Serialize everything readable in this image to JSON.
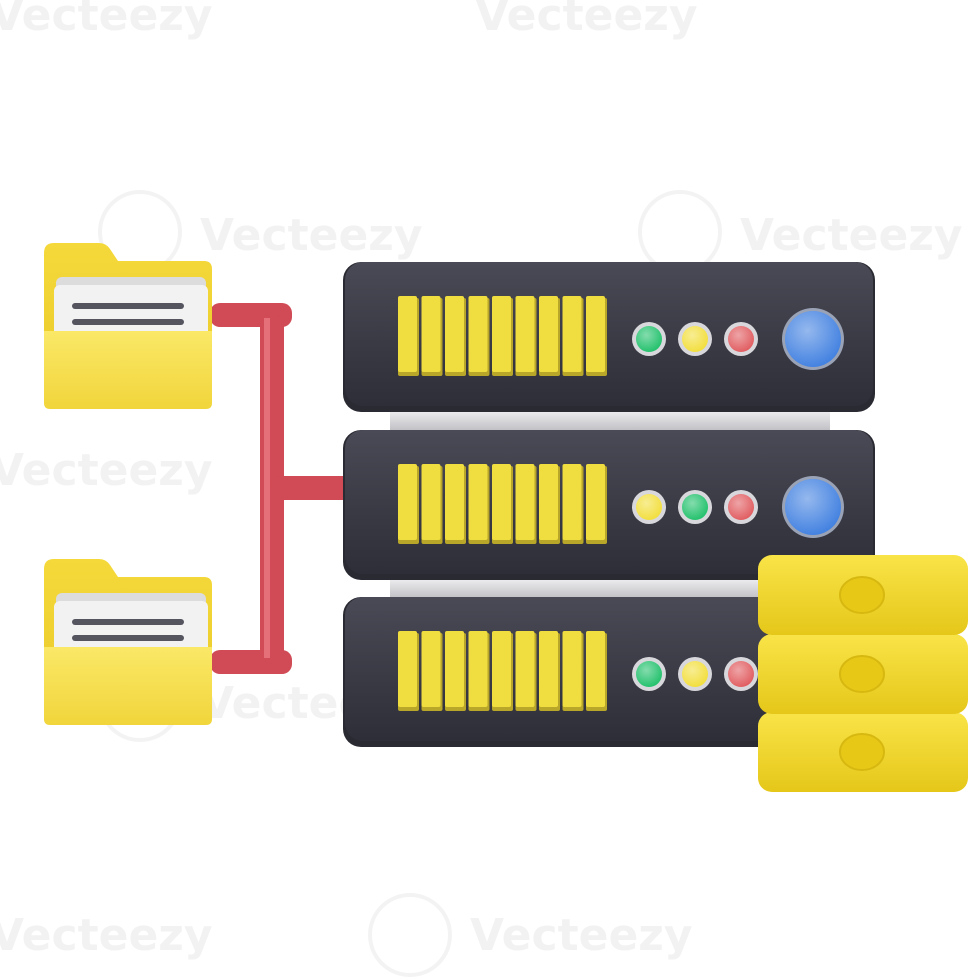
{
  "watermark": {
    "text": "Vecteezy"
  },
  "colors": {
    "server_body": "#3a3a46",
    "server_body_shadow": "#2a2a33",
    "server_face": "#44444f",
    "vent_yellow": "#f0dd3f",
    "vent_shadow": "#b9a72a",
    "led_green": "#1fc06a",
    "led_yellow": "#f2de3a",
    "led_red": "#e05a5e",
    "button_blue": "#3f7fe0",
    "rail_silver": "#d9d9dc",
    "pipe_red": "#d04b55",
    "folder_yellow": "#f7e04b",
    "folder_yellow_dark": "#e9cc2b",
    "paper": "#f0f0f0",
    "paper_line": "#555560",
    "db_yellow": "#f6dc2a",
    "db_yellow_dark": "#e2c315"
  },
  "icons": {
    "folders": [
      "folder-icon",
      "folder-icon"
    ],
    "servers": [
      "server-unit-icon",
      "server-unit-icon",
      "server-unit-icon"
    ],
    "database": "database-icon",
    "connector": "connector-pipe-icon"
  },
  "server_leds": [
    [
      "led_green",
      "led_yellow",
      "led_red"
    ],
    [
      "led_yellow",
      "led_green",
      "led_red"
    ],
    [
      "led_green",
      "led_yellow",
      "led_red"
    ]
  ]
}
